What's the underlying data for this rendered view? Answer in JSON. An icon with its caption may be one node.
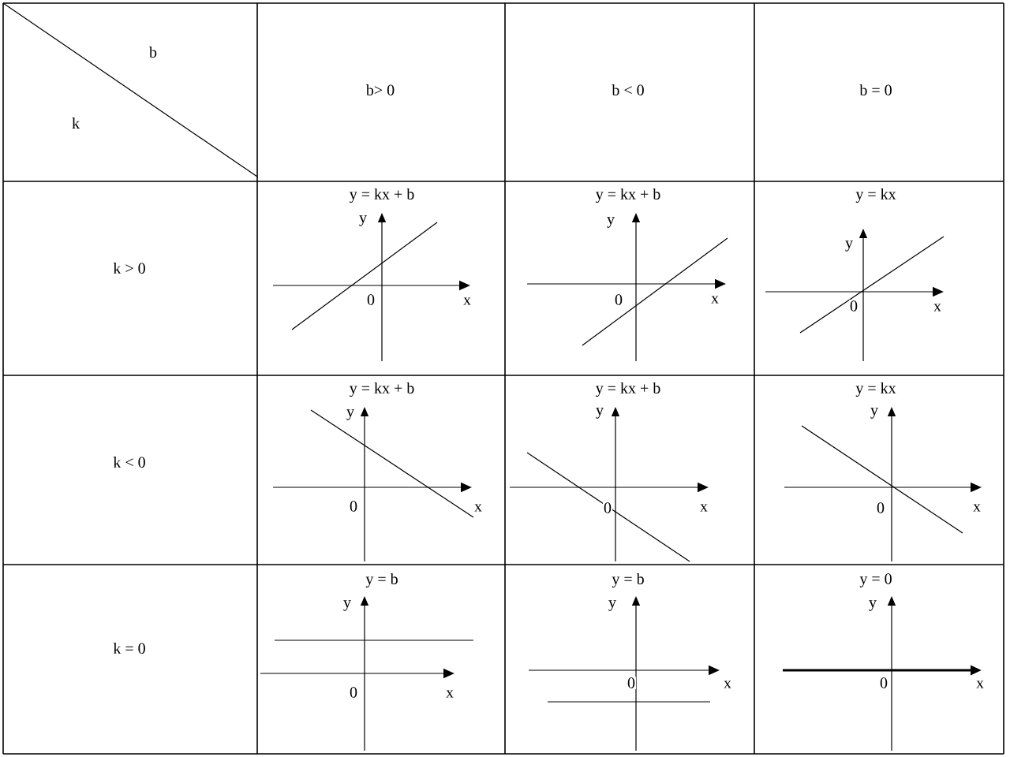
{
  "diagram": {
    "labels": [
      "b",
      "k",
      "b> 0",
      "b < 0",
      "b = 0",
      "k > 0",
      "y = kx + b",
      "y",
      "0",
      "x",
      "y = kx + b",
      "y",
      "0",
      "x",
      "y = kx",
      "y",
      "0",
      "x",
      "k < 0",
      "y = kx + b",
      "y",
      "0",
      "x",
      "y = kx + b",
      "y",
      "0",
      "x",
      "y = kx",
      "y",
      "0",
      "x",
      "k = 0",
      "y = b",
      "y",
      "0",
      "x",
      "y = b",
      "y",
      "0",
      "x",
      "y = 0",
      "y",
      "0",
      "x"
    ]
  }
}
